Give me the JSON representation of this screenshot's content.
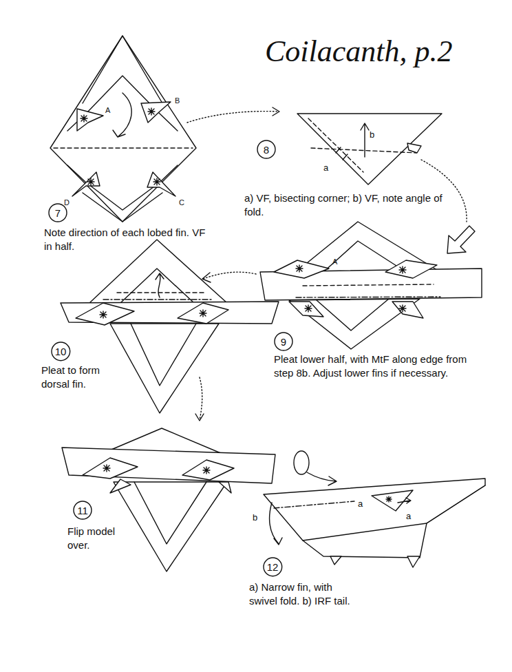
{
  "diagram": {
    "title": "Coilacanth, p.2",
    "nodes": [
      {
        "text": [
          "7"
        ]
      },
      {
        "text": [
          "8"
        ]
      },
      {
        "text": [
          "9"
        ]
      },
      {
        "text": [
          "10"
        ]
      },
      {
        "text": [
          "11"
        ]
      },
      {
        "text": [
          "12"
        ]
      }
    ],
    "labels": [
      "A",
      "B",
      "C",
      "D",
      "Note direction of each lobed fin. VF in half.",
      "a",
      "b",
      "a) VF, bisecting corner; b) VF, note angle of fold.",
      "A",
      "Pleat lower half, with MtF along edge from step 8b. Adjust lower fins if necessary.",
      "Pleat to form dorsal fin.",
      "Flip model over.",
      "a",
      "a",
      "b",
      "a) Narrow fin, with swivel fold. b) IRF tail."
    ]
  }
}
